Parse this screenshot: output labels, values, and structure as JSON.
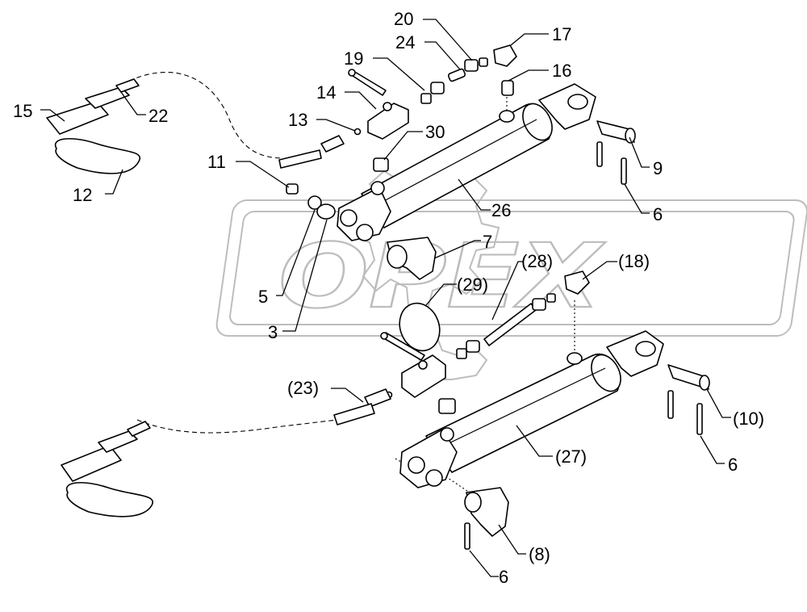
{
  "watermark": {
    "text": "OPEX"
  },
  "callouts": [
    {
      "id": "c20",
      "text": "20"
    },
    {
      "id": "c17",
      "text": "17"
    },
    {
      "id": "c24",
      "text": "24"
    },
    {
      "id": "c19",
      "text": "19"
    },
    {
      "id": "c16",
      "text": "16"
    },
    {
      "id": "c14",
      "text": "14"
    },
    {
      "id": "c15",
      "text": "15"
    },
    {
      "id": "c22",
      "text": "22"
    },
    {
      "id": "c13",
      "text": "13"
    },
    {
      "id": "c30",
      "text": "30"
    },
    {
      "id": "c9",
      "text": "9"
    },
    {
      "id": "c11",
      "text": "11"
    },
    {
      "id": "c12",
      "text": "12"
    },
    {
      "id": "c26",
      "text": "26"
    },
    {
      "id": "c6a",
      "text": "6"
    },
    {
      "id": "c7",
      "text": "7"
    },
    {
      "id": "c28",
      "text": "(28)"
    },
    {
      "id": "c18",
      "text": "(18)"
    },
    {
      "id": "c29",
      "text": "(29)"
    },
    {
      "id": "c5",
      "text": "5"
    },
    {
      "id": "c3",
      "text": "3"
    },
    {
      "id": "c23",
      "text": "(23)"
    },
    {
      "id": "c10",
      "text": "(10)"
    },
    {
      "id": "c27",
      "text": "(27)"
    },
    {
      "id": "c6b",
      "text": "6"
    },
    {
      "id": "c8",
      "text": "(8)"
    },
    {
      "id": "c6c",
      "text": "6"
    }
  ]
}
